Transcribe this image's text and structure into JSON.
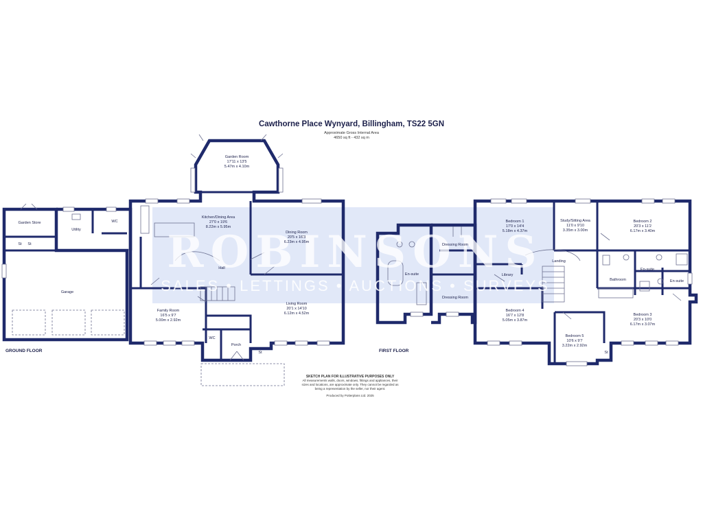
{
  "title": "Cawthorne Place Wynyard, Billingham, TS22 5GN",
  "gross_area_label": "Approximate Gross Internal Area",
  "gross_area_value": "4650 sq ft - 432 sq m",
  "floors": {
    "ground": "GROUND FLOOR",
    "first": "FIRST FLOOR"
  },
  "rooms": {
    "garden_room": {
      "name": "Garden Room",
      "imperial": "17'11 x 13'5",
      "metric": "5.47m x 4.10m"
    },
    "kitchen_dining": {
      "name": "Kitchen/Dining Area",
      "imperial": "27'0 x 19'6",
      "metric": "8.22m x 5.95m"
    },
    "dining_room": {
      "name": "Dining Room",
      "imperial": "20'5 x 16'3",
      "metric": "6.23m x 4.95m"
    },
    "living_room": {
      "name": "Living Room",
      "imperial": "20'1 x 14'10",
      "metric": "6.12m x 4.52m"
    },
    "family_room": {
      "name": "Family Room",
      "imperial": "16'5 x 9'7",
      "metric": "5.00m x 2.92m"
    },
    "garden_store": {
      "name": "Garden Store"
    },
    "utility": {
      "name": "Utility"
    },
    "wc_ground1": {
      "name": "WC"
    },
    "wc_ground2": {
      "name": "WC"
    },
    "garage": {
      "name": "Garage"
    },
    "hall": {
      "name": "Hall"
    },
    "porch": {
      "name": "Porch"
    },
    "store_ground1": {
      "name": "St"
    },
    "store_ground2": {
      "name": "St"
    },
    "store_ground3": {
      "name": "St"
    },
    "ensuite_master": {
      "name": "En-suite"
    },
    "dressing_room1": {
      "name": "Dressing Room"
    },
    "dressing_room2": {
      "name": "Dressing Room"
    },
    "bedroom1": {
      "name": "Bedroom 1",
      "imperial": "17'0 x 14'4",
      "metric": "5.18m x 4.37m"
    },
    "study": {
      "name": "Study/Sitting Area",
      "imperial": "11'0 x 9'10",
      "metric": "3.35m x 3.00m"
    },
    "bedroom2": {
      "name": "Bedroom 2",
      "imperial": "20'3 x 11'2",
      "metric": "6.17m x 3.40m"
    },
    "library": {
      "name": "Library"
    },
    "landing": {
      "name": "Landing"
    },
    "bathroom": {
      "name": "Bathroom"
    },
    "ensuite2": {
      "name": "En-suite"
    },
    "ensuite3": {
      "name": "En-suite"
    },
    "bedroom4": {
      "name": "Bedroom 4",
      "imperial": "16'7 x 12'8",
      "metric": "5.05m x 3.87m"
    },
    "bedroom3": {
      "name": "Bedroom 3",
      "imperial": "20'3 x 10'0",
      "metric": "6.17m x 3.07m"
    },
    "bedroom5": {
      "name": "Bedroom 5",
      "imperial": "10'6 x 9'7",
      "metric": "3.22m x 2.92m"
    },
    "store_first": {
      "name": "St"
    }
  },
  "disclaimer": {
    "heading": "SKETCH PLAN FOR ILLUSTRATIVE PURPOSES ONLY",
    "line1": "All measurements walls, doors, windows, fittings and appliances, their",
    "line2": "sizes and locations, are approximate only. They cannot be regarded as",
    "line3": "being a representation by the seller, nor their agent.",
    "credit": "Produced by Potterplans Ltd. 2025"
  },
  "watermark": {
    "brand": "ROBINSONS",
    "tagline": "SALES • LETTINGS • AUCTIONS • SURVEYS",
    "band_color": "#c9d6f2"
  },
  "colors": {
    "wall": "#1f2a6b",
    "text": "#1b1f4a"
  }
}
